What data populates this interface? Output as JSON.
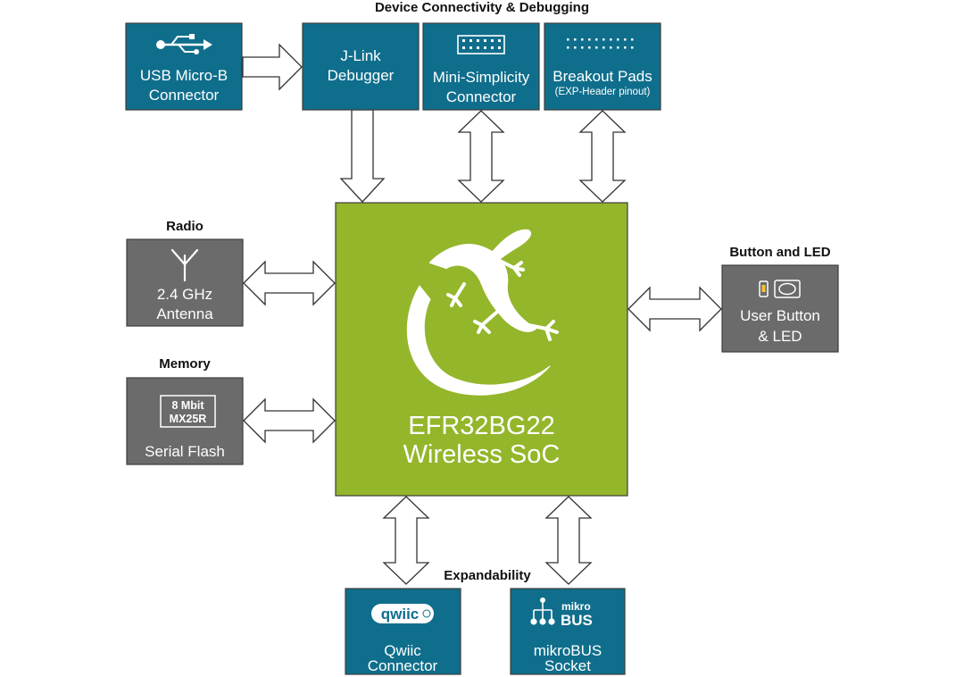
{
  "colors": {
    "teal": "#0F6E8C",
    "gray": "#6B6B6B",
    "soc_green": "#94B62B",
    "box_border": "#3D3D3D",
    "arrow_fill": "#ffffff",
    "arrow_stroke": "#333333",
    "heading_text": "#111111",
    "box_text": "#ffffff"
  },
  "headings": {
    "connectivity": "Device Connectivity & Debugging",
    "radio": "Radio",
    "memory": "Memory",
    "button_led": "Button and LED",
    "expandability": "Expandability"
  },
  "boxes": {
    "usb": {
      "line1": "USB Micro-B",
      "line2": "Connector",
      "icon": "usb-icon"
    },
    "jlink": {
      "line1": "J-Link",
      "line2": "Debugger"
    },
    "mini_simplicity": {
      "line1": "Mini-Simplicity",
      "line2": "Connector",
      "icon": "pin-header-icon"
    },
    "breakout": {
      "line1": "Breakout Pads",
      "line2": "(EXP-Header pinout)",
      "icon": "pad-row-icon"
    },
    "antenna": {
      "line1": "2.4 GHz",
      "line2": "Antenna",
      "icon": "antenna-icon"
    },
    "flash": {
      "chip_line1": "8 Mbit",
      "chip_line2": "MX25R",
      "label": "Serial Flash"
    },
    "button": {
      "line1": "User Button",
      "line2": "& LED",
      "icon": "button-led-icon"
    },
    "qwiic": {
      "logo": "qwiic",
      "line1": "Qwiic",
      "line2": "Connector"
    },
    "mikrobus": {
      "logo_top": "mikro",
      "logo_bottom": "BUS",
      "line1": "mikroBUS",
      "line2": "Socket"
    }
  },
  "soc": {
    "line1": "EFR32BG22",
    "line2": "Wireless SoC",
    "logo": "gecko-logo"
  }
}
